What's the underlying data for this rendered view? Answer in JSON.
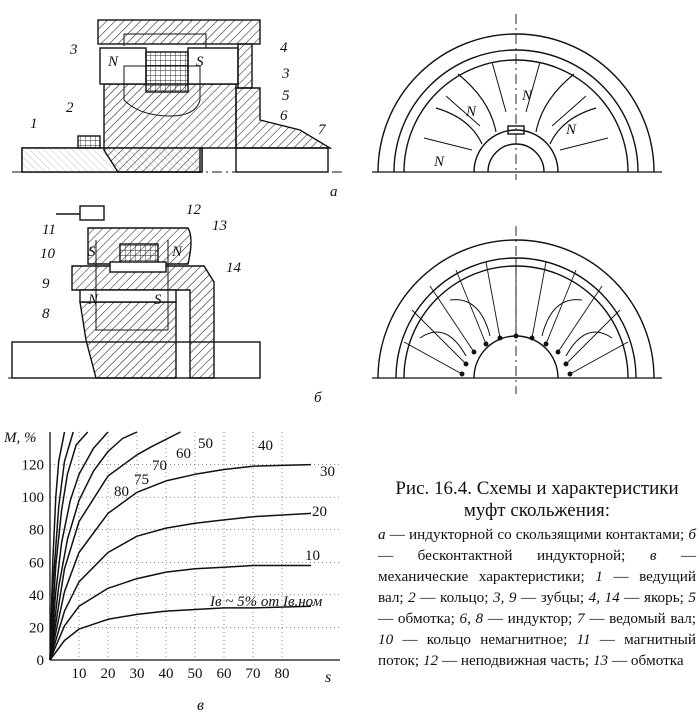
{
  "figure": {
    "panel_labels": {
      "a": "а",
      "b": "б",
      "c": "в"
    },
    "part_numbers": [
      "1",
      "2",
      "3",
      "4",
      "3",
      "5",
      "6",
      "7",
      "8",
      "9",
      "10",
      "11",
      "12",
      "13",
      "14"
    ],
    "pole_letters": {
      "north": "N",
      "south": "S"
    }
  },
  "caption": {
    "title": "Рис. 16.4. Схемы и характеристики муфт скольжения:",
    "items": [
      {
        "key": "а",
        "text": " — индукторной со скользящими контактами; "
      },
      {
        "key": "б",
        "text": " — бесконтактной индукторной; "
      },
      {
        "key": "в",
        "text": " — механические характеристики; "
      },
      {
        "key": "1",
        "text": " — ведущий вал; "
      },
      {
        "key": "2",
        "text": " — кольцо; "
      },
      {
        "key": "3, 9",
        "text": " — зубцы; "
      },
      {
        "key": "4, 14",
        "text": " — якорь; "
      },
      {
        "key": "5",
        "text": " — обмотка; "
      },
      {
        "key": "6, 8",
        "text": " — индуктор; "
      },
      {
        "key": "7",
        "text": " — ведомый вал; "
      },
      {
        "key": "10",
        "text": " — кольцо немагнитное; "
      },
      {
        "key": "11",
        "text": " — магнитный поток; "
      },
      {
        "key": "12",
        "text": " — неподвижная часть; "
      },
      {
        "key": "13",
        "text": " — обмотка"
      }
    ]
  },
  "chart_data": {
    "type": "line",
    "ylabel": "M, %",
    "xlabel": "s",
    "xlim": [
      0,
      100
    ],
    "ylim": [
      0,
      140
    ],
    "x_ticks": [
      10,
      20,
      30,
      40,
      50,
      60,
      70,
      80
    ],
    "y_ticks": [
      0,
      20,
      40,
      60,
      80,
      100,
      120
    ],
    "grid": true,
    "series": [
      {
        "name": "5",
        "points": [
          [
            0,
            0
          ],
          [
            5,
            12
          ],
          [
            10,
            19
          ],
          [
            20,
            25
          ],
          [
            30,
            28
          ],
          [
            40,
            30
          ],
          [
            50,
            31
          ],
          [
            60,
            32
          ],
          [
            70,
            32
          ],
          [
            90,
            33
          ]
        ]
      },
      {
        "name": "10",
        "points": [
          [
            0,
            0
          ],
          [
            5,
            21
          ],
          [
            10,
            33
          ],
          [
            20,
            44
          ],
          [
            30,
            50
          ],
          [
            40,
            54
          ],
          [
            50,
            56
          ],
          [
            60,
            57
          ],
          [
            70,
            58
          ],
          [
            90,
            58
          ]
        ]
      },
      {
        "name": "20",
        "points": [
          [
            0,
            0
          ],
          [
            5,
            30
          ],
          [
            10,
            48
          ],
          [
            20,
            66
          ],
          [
            30,
            76
          ],
          [
            40,
            81
          ],
          [
            50,
            84
          ],
          [
            60,
            86
          ],
          [
            70,
            88
          ],
          [
            90,
            90
          ]
        ]
      },
      {
        "name": "30",
        "points": [
          [
            0,
            0
          ],
          [
            5,
            42
          ],
          [
            10,
            66
          ],
          [
            20,
            90
          ],
          [
            30,
            103
          ],
          [
            40,
            110
          ],
          [
            50,
            114
          ],
          [
            60,
            117
          ],
          [
            70,
            119
          ],
          [
            90,
            120
          ]
        ]
      },
      {
        "name": "40",
        "points": [
          [
            0,
            0
          ],
          [
            5,
            56
          ],
          [
            10,
            85
          ],
          [
            20,
            113
          ],
          [
            30,
            126
          ],
          [
            35,
            131
          ],
          [
            45,
            140
          ]
        ]
      },
      {
        "name": "50",
        "points": [
          [
            0,
            0
          ],
          [
            3,
            45
          ],
          [
            6,
            74
          ],
          [
            10,
            98
          ],
          [
            15,
            116
          ],
          [
            20,
            128
          ],
          [
            25,
            136
          ],
          [
            30,
            140
          ]
        ]
      },
      {
        "name": "60",
        "points": [
          [
            0,
            0
          ],
          [
            2,
            42
          ],
          [
            4,
            72
          ],
          [
            7,
            98
          ],
          [
            10,
            114
          ],
          [
            15,
            130
          ],
          [
            20,
            140
          ]
        ]
      },
      {
        "name": "70",
        "points": [
          [
            0,
            0
          ],
          [
            2,
            58
          ],
          [
            4,
            92
          ],
          [
            6,
            114
          ],
          [
            9,
            132
          ],
          [
            13,
            140
          ]
        ]
      },
      {
        "name": "75",
        "points": [
          [
            0,
            0
          ],
          [
            1,
            45
          ],
          [
            3,
            94
          ],
          [
            5,
            122
          ],
          [
            8,
            140
          ]
        ]
      },
      {
        "name": "80",
        "points": [
          [
            0,
            0
          ],
          [
            1,
            62
          ],
          [
            2,
            100
          ],
          [
            3,
            122
          ],
          [
            5,
            140
          ]
        ]
      }
    ],
    "annotation": "Iв ~ 5% от Iв.ном"
  }
}
